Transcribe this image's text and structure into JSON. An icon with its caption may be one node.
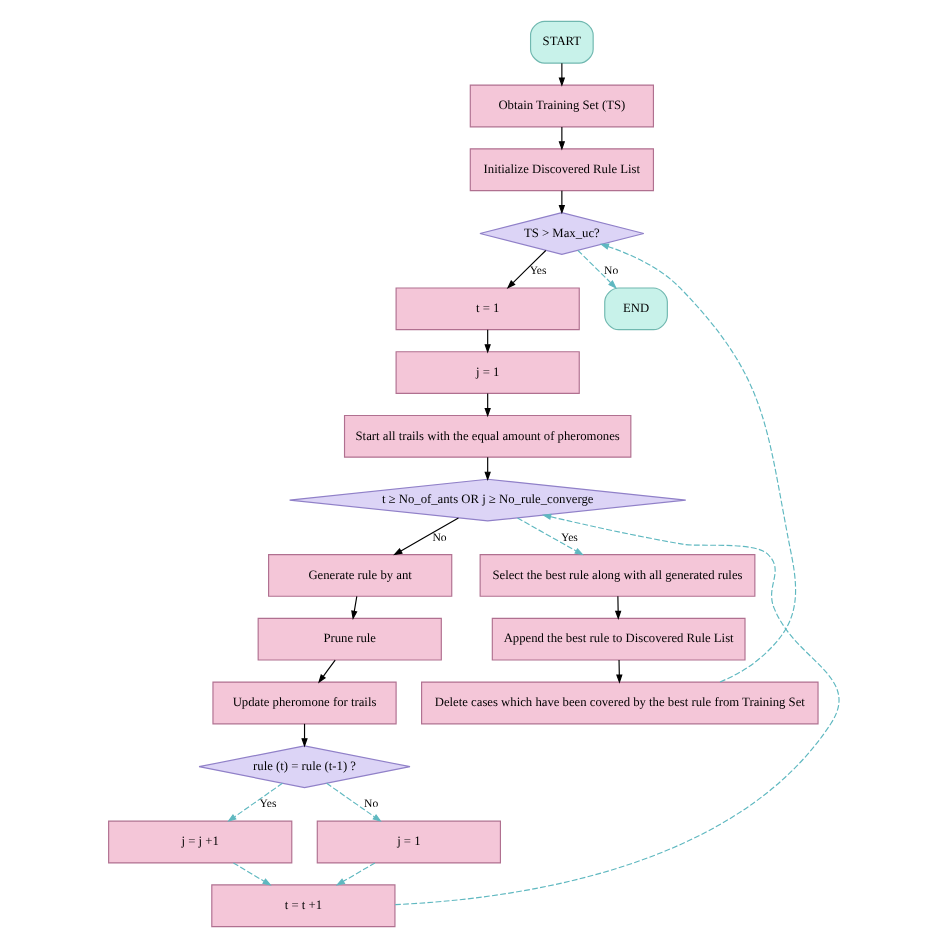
{
  "diagram": {
    "nodes": [
      {
        "text": [
          "START"
        ]
      },
      {
        "text": [
          "Obtain Training Set (TS)"
        ]
      },
      {
        "text": [
          "Initialize Discovered Rule List"
        ]
      },
      {
        "text": [
          "TS > Max_uc?"
        ]
      },
      {
        "text": [
          "t = 1"
        ]
      },
      {
        "text": [
          "j = 1"
        ]
      },
      {
        "text": [
          "Start all trails with the equal amount of pheromones"
        ]
      },
      {
        "text": [
          "t ≥ No_of_ants OR j ≥ No_rule_converge"
        ]
      },
      {
        "text": [
          "Generate rule by ant"
        ]
      },
      {
        "text": [
          "Prune rule"
        ]
      },
      {
        "text": [
          "Update pheromone for trails"
        ]
      },
      {
        "text": [
          "rule (t) = rule (t-1) ?"
        ]
      },
      {
        "text": [
          "j = j +1"
        ]
      },
      {
        "text": [
          "j = 1"
        ]
      },
      {
        "text": [
          "t = t +1"
        ]
      },
      {
        "text": [
          "Select the best rule along with all generated rules"
        ]
      },
      {
        "text": [
          "Append the best rule to Discovered Rule List"
        ]
      },
      {
        "text": [
          "Delete cases which have been covered by the best rule from Training Set"
        ]
      },
      {
        "text": [
          "END"
        ]
      }
    ],
    "edges": [
      {
        "from": 0,
        "to": 1,
        "arrow": "to"
      },
      {
        "from": 1,
        "to": 2,
        "arrow": "to"
      },
      {
        "from": 2,
        "to": 3,
        "arrow": "to"
      },
      {
        "from": 3,
        "to": 4,
        "arrow": "to",
        "label": "Yes"
      },
      {
        "from": 4,
        "to": 5,
        "arrow": "to"
      },
      {
        "from": 5,
        "to": 6,
        "arrow": "to"
      },
      {
        "from": 6,
        "to": 7,
        "arrow": "to"
      },
      {
        "from": 7,
        "to": 8,
        "arrow": "to",
        "label": "No"
      },
      {
        "from": 8,
        "to": 9,
        "arrow": "to"
      },
      {
        "from": 9,
        "to": 10,
        "arrow": "to"
      },
      {
        "from": 10,
        "to": 11,
        "arrow": "to"
      },
      {
        "from": 11,
        "to": 12,
        "arrow": "to",
        "label": "Yes",
        "style": "dashed",
        "color": "#5fb8c0"
      },
      {
        "from": 11,
        "to": 13,
        "arrow": "to",
        "label": "No",
        "style": "dashed",
        "color": "#5fb8c0"
      },
      {
        "from": 12,
        "to": 14,
        "arrow": "to",
        "style": "dashed",
        "color": "#5fb8c0"
      },
      {
        "from": 13,
        "to": 14,
        "arrow": "to",
        "style": "dashed",
        "color": "#5fb8c0"
      },
      {
        "from": 14,
        "to": 7,
        "arrow": "to",
        "style": "dashed",
        "color": "#5fb8c0"
      },
      {
        "from": 7,
        "to": 15,
        "arrow": "to",
        "label": "Yes",
        "style": "dashed",
        "color": "#5fb8c0"
      },
      {
        "from": 15,
        "to": 16,
        "arrow": "to"
      },
      {
        "from": 16,
        "to": 17,
        "arrow": "to"
      },
      {
        "from": 17,
        "to": 3,
        "arrow": "to",
        "style": "dashed",
        "color": "#5fb8c0"
      },
      {
        "from": 3,
        "to": 18,
        "arrow": "to",
        "label": "No",
        "style": "dashed",
        "color": "#5fb8c0"
      }
    ]
  }
}
